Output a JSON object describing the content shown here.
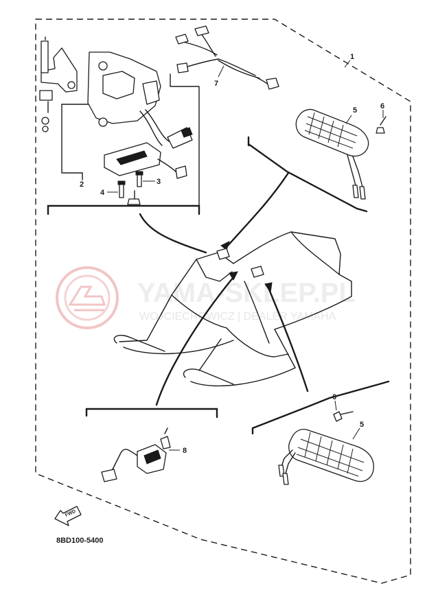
{
  "diagram": {
    "callouts": {
      "c1": "1",
      "c2": "2",
      "c3": "3",
      "c4": "4",
      "c5a": "5",
      "c5b": "5",
      "c6a": "6",
      "c6b": "6",
      "c7": "7",
      "c8": "8"
    },
    "part_code": "8BD100-5400",
    "direction_label": "FWD"
  },
  "watermark": {
    "brand": "YAMA-SKLEP.PL",
    "subtitle": "WOJCIECHOWICZ | DEALER YAMAHA"
  },
  "colors": {
    "ink": "#1a1a1a",
    "watermark_logo": "#f1c5c5",
    "watermark_text": "#ededed"
  }
}
